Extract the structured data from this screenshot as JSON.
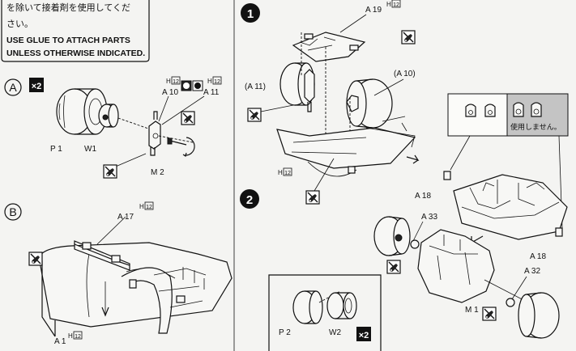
{
  "notice": {
    "jp_line1": "を除いて接着剤を使用してくだ",
    "jp_line2": "さい。",
    "en_line1": "USE GLUE TO ATTACH PARTS",
    "en_line2": "UNLESS OTHERWISE INDICATED."
  },
  "section_a": {
    "letter": "A",
    "qty": "×2",
    "labels": {
      "a10": "A 10",
      "a11": "A 11",
      "h12_a": "H",
      "h12_b": "H",
      "p1": "P 1",
      "w1": "W1",
      "m2": "M 2"
    }
  },
  "section_b": {
    "letter": "B",
    "labels": {
      "a17": "A 17",
      "a1": "A 1",
      "h_a17": "H",
      "h_a1": "H"
    }
  },
  "step1": {
    "number": "1",
    "labels": {
      "a19": "A 19",
      "h_a19": "H",
      "a11": "(A 11)",
      "a10": "(A 10)",
      "h_bottom": "H"
    }
  },
  "step2": {
    "number": "2",
    "labels": {
      "a18_left": "A 18",
      "a18_right": "A 18",
      "a33": "A 33",
      "a32": "A 32",
      "m1": "M 1",
      "p2": "P 2",
      "w2": "W2"
    },
    "qty": "×2"
  },
  "inset": {
    "unused_text": "使用しません。"
  },
  "part_no": "12"
}
